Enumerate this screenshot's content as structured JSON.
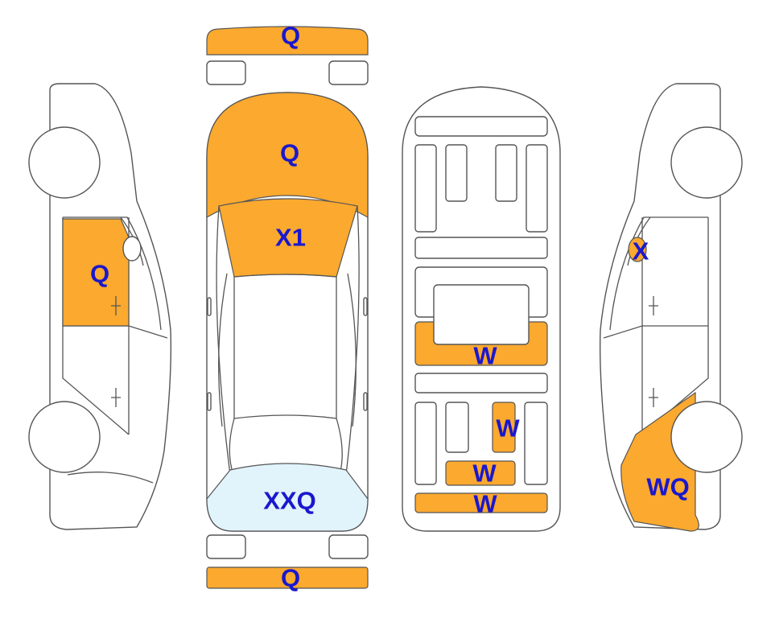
{
  "colors": {
    "damage": "#FBA92F",
    "rear_glass": "#E1F3FB",
    "label": "#1A18CC"
  },
  "labels": {
    "front_bumper": "Q",
    "hood": "Q",
    "windshield": "X1",
    "left_front_door": "Q",
    "rear_glass": "XXQ",
    "rear_bumper": "Q",
    "floor_center": "W",
    "floor_rear_right": "W",
    "floor_rear_mid": "W",
    "floor_rear_bottom": "W",
    "right_mirror": "X",
    "right_rear_quarter": "WQ"
  }
}
